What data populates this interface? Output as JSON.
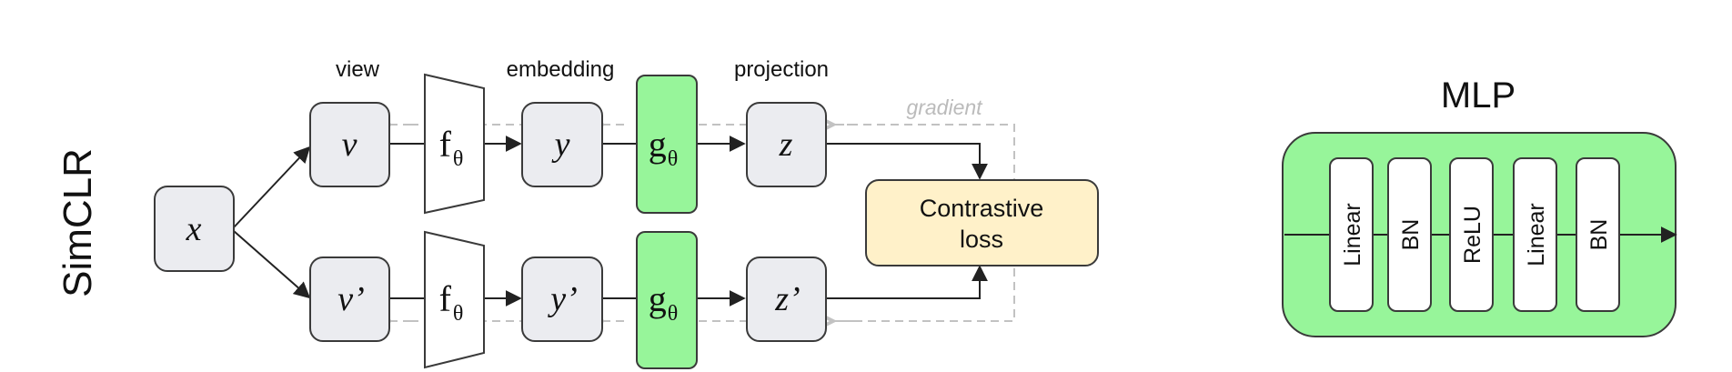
{
  "diagram": {
    "side_title": "SimCLR",
    "stage_labels": {
      "view": "view",
      "embedding": "embedding",
      "projection": "projection"
    },
    "gradient_label": "gradient",
    "nodes": {
      "input": "x",
      "view_top": "v",
      "view_bottom": "v’",
      "embed_top": "y",
      "embed_bottom": "y’",
      "proj_top": "z",
      "proj_bottom": "z’"
    },
    "encoder": {
      "base": "f",
      "sub": "θ"
    },
    "projector": {
      "base": "g",
      "sub": "θ"
    },
    "loss": {
      "line1": "Contrastive",
      "line2": "loss"
    }
  },
  "mlp": {
    "title": "MLP",
    "layers": [
      "Linear",
      "BN",
      "ReLU",
      "Linear",
      "BN"
    ]
  },
  "colors": {
    "node_fill": "#ebecf0",
    "projector_fill": "#97f59a",
    "loss_fill": "#fff1c9",
    "gradient_gray": "#c2c2c2"
  }
}
